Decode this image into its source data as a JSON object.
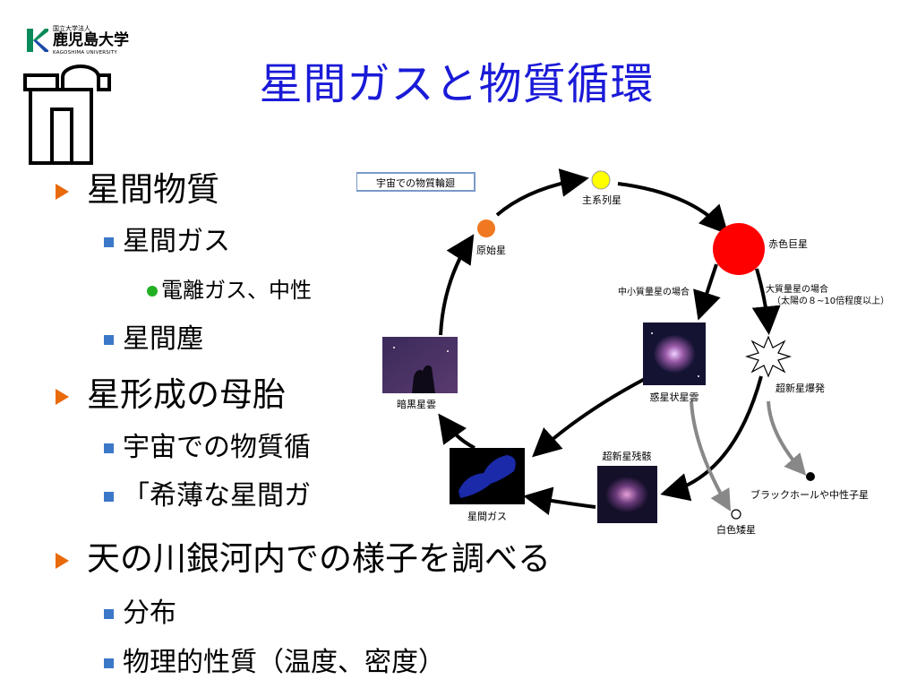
{
  "logo": {
    "small_text": "国立大学法人",
    "name": "鹿児島大学",
    "english": "KAGOSHIMA UNIVERSITY"
  },
  "title": "星間ガスと物質循環",
  "bullets": [
    {
      "text": "星間物質"
    },
    {
      "text": "星間ガス"
    },
    {
      "text": "電離ガス、中性"
    },
    {
      "text": "星間塵"
    },
    {
      "text": "星形成の母胎"
    },
    {
      "text": "宇宙での物質循"
    },
    {
      "text": "「希薄な星間ガ"
    },
    {
      "text": "天の川銀河内での様子を調べる"
    },
    {
      "text": "分布"
    },
    {
      "text": "物理的性質（温度、密度）"
    }
  ],
  "diagram": {
    "box_label": "宇宙での物質輪廻",
    "main_sequence": "主系列星",
    "red_giant": "赤色巨星",
    "protostar": "原始星",
    "low_mass_case": "中小質量星の場合",
    "high_mass_case": "大質量星の場合",
    "high_mass_note": "（太陽の８~10倍程度以上）",
    "planetary_nebula": "惑星状星雲",
    "supernova": "超新星爆発",
    "dark_nebula": "暗黒星雲",
    "supernova_remnant": "超新星残骸",
    "interstellar_gas": "星間ガス",
    "white_dwarf": "白色矮星",
    "black_hole": "ブラックホールや中性子星"
  },
  "colors": {
    "title": "#1a1ad8",
    "bullet_triangle": "#e86a0a",
    "bullet_square": "#3c78c8",
    "bullet_dot": "#22b022",
    "main_sequence_star": "#ffff00",
    "red_giant_star": "#ff0000",
    "protostar": "#f07820"
  }
}
